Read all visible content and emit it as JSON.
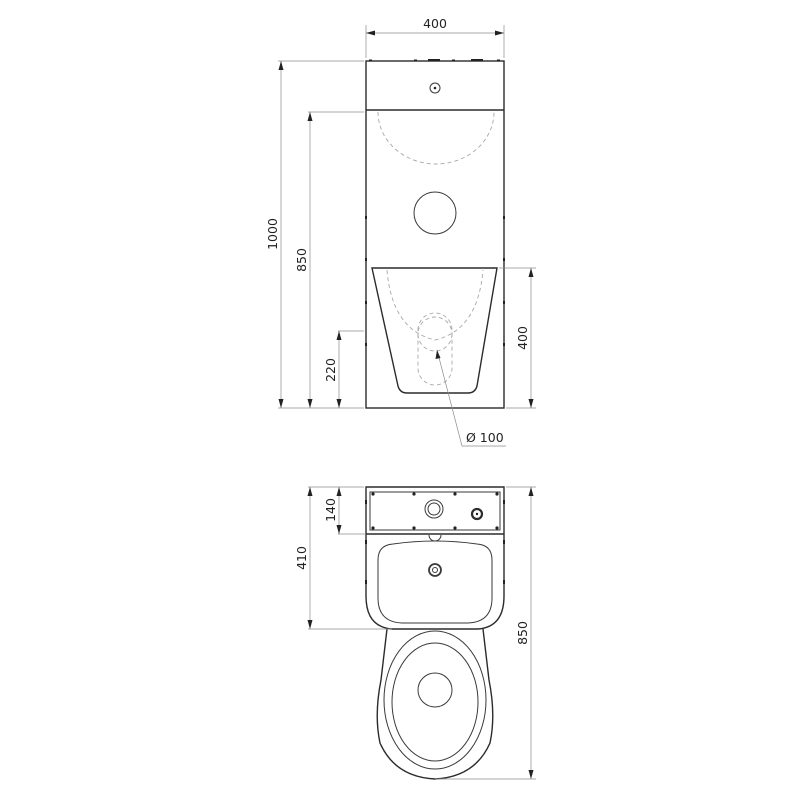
{
  "drawing": {
    "front_view": {
      "dimensions": {
        "width": "400",
        "total_height": "1000",
        "bowl_rim_height": "850",
        "outlet_height": "220",
        "pan_height": "400",
        "outlet_diameter": "Ø 100"
      }
    },
    "top_view": {
      "dimensions": {
        "cistern_depth": "140",
        "basin_depth": "410",
        "total_depth": "850"
      }
    }
  }
}
